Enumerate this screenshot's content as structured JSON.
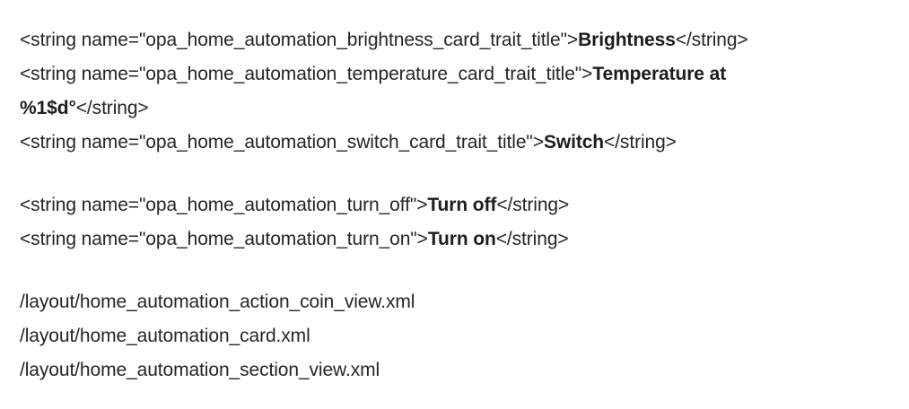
{
  "document": {
    "background_color": "#ffffff",
    "text_color": "#252525",
    "blocks": [
      {
        "name": "strings-card-trait-titles",
        "lines": [
          {
            "name": "string-brightness-card-trait-title",
            "open": "<string name=\"opa_home_automation_brightness_card_trait_title\">",
            "value": "Brightness",
            "close": "</string>"
          },
          {
            "name": "string-temperature-card-trait-title",
            "open": "<string name=\"opa_home_automation_temperature_card_trait_title\">",
            "value": "Temperature at %1$d°",
            "close": "</string>"
          },
          {
            "name": "string-switch-card-trait-title",
            "open": "<string name=\"opa_home_automation_switch_card_trait_title\">",
            "value": "Switch",
            "close": "</string>"
          }
        ]
      },
      {
        "name": "strings-turn-on-off",
        "lines": [
          {
            "name": "string-turn-off",
            "open": "<string name=\"opa_home_automation_turn_off\">",
            "value": "Turn off",
            "close": "</string>"
          },
          {
            "name": "string-turn-on",
            "open": "<string name=\"opa_home_automation_turn_on\">",
            "value": "Turn on",
            "close": "</string>"
          }
        ]
      },
      {
        "name": "layout-file-paths",
        "paths": [
          "/layout/home_automation_action_coin_view.xml",
          "/layout/home_automation_card.xml",
          "/layout/home_automation_section_view.xml"
        ]
      }
    ]
  }
}
